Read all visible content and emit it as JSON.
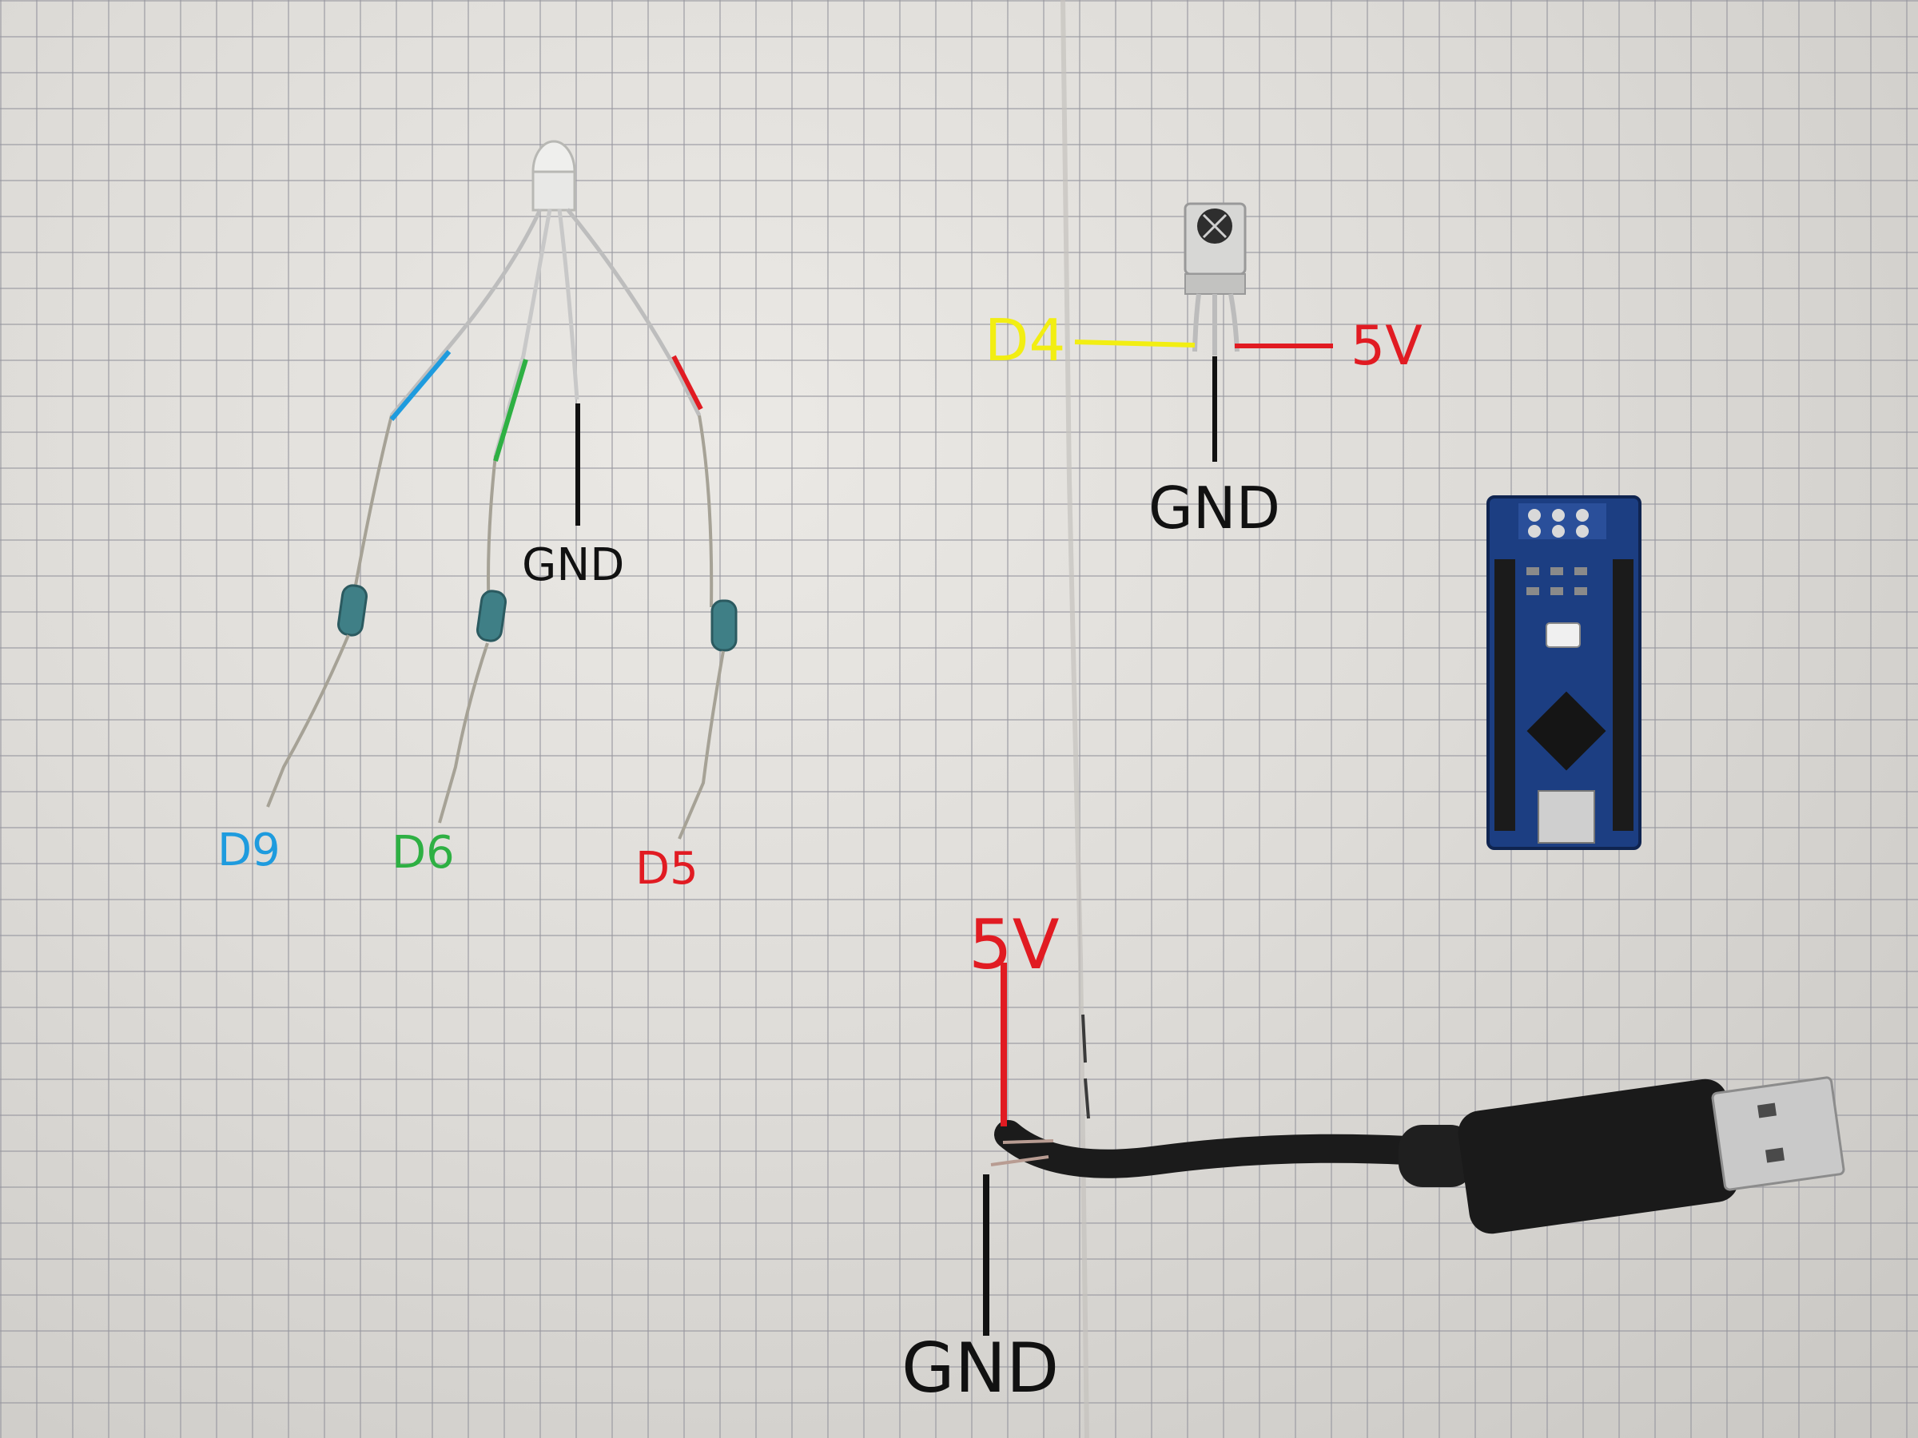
{
  "colors": {
    "blue": "#1e9bde",
    "green": "#2eb043",
    "red": "#e11b22",
    "black": "#111111",
    "yellow": "#f2ee12"
  },
  "led_labels": {
    "blue_pin": "D9",
    "green_pin": "D6",
    "common": "GND",
    "red_pin": "D5"
  },
  "ir_receiver_labels": {
    "signal": "D4",
    "power": "5V",
    "ground": "GND"
  },
  "usb_cable_labels": {
    "power": "5V",
    "ground": "GND"
  }
}
